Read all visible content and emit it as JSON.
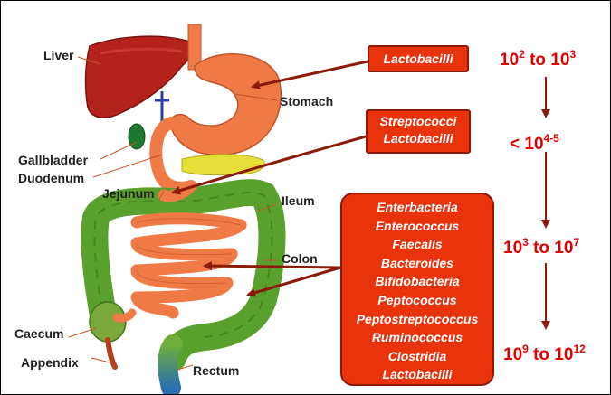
{
  "organs": {
    "liver": "Liver",
    "stomach": "Stomach",
    "gallbladder": "Gallbladder",
    "duodenum": "Duodenum",
    "jejunum": "Jejunum",
    "ileum": "Ileum",
    "colon": "Colon",
    "caecum": "Caecum",
    "appendix": "Appendix",
    "rectum": "Rectum"
  },
  "boxes": {
    "stomach": [
      "Lactobacilli"
    ],
    "small_intestine": [
      "Streptococci",
      "Lactobacilli"
    ],
    "colon": [
      "Enterbacteria",
      "Enterococcus",
      "Faecalis",
      "Bacteroides",
      "Bifidobacteria",
      "Peptococcus",
      "Peptostreptococcus",
      "Ruminococcus",
      "Clostridia",
      "Lactobacilli"
    ]
  },
  "counts": {
    "stomach": {
      "base": "10",
      "exp1": "2",
      "mid": " to 10",
      "exp2": "3"
    },
    "jejunum": {
      "prefix": "< 10",
      "exp": "4-5"
    },
    "ileum": {
      "base": "10",
      "exp1": "3",
      "mid": " to 10",
      "exp2": "7"
    },
    "colon": {
      "base": "10",
      "exp1": "9",
      "mid": " to 10",
      "exp2": "12"
    }
  },
  "colors": {
    "box_fill": "#e8330d",
    "count_text": "#e00000",
    "arrow": "#8b1a0a",
    "liver": "#b5221b",
    "stomach": "#f07a45",
    "colon": "#5aa02c"
  }
}
